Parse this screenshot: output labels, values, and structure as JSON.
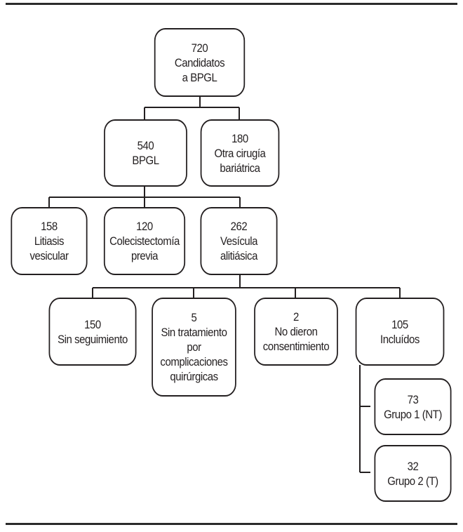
{
  "title": "Flujo de pacientes candidatos a BPGL",
  "nodes": {
    "root": {
      "count": "720",
      "label1": "Candidatos",
      "label2": "a BPGL"
    },
    "bpgl": {
      "count": "540",
      "label1": "BPGL"
    },
    "otra": {
      "count": "180",
      "label1": "Otra cirugía",
      "label2": "bariátrica"
    },
    "litiasis": {
      "count": "158",
      "label1": "Litiasis",
      "label2": "vesicular"
    },
    "colecis": {
      "count": "120",
      "label1": "Colecistectomía",
      "label2": "previa"
    },
    "alitiasica": {
      "count": "262",
      "label1": "Vesícula",
      "label2": "alitiásica"
    },
    "sinseg": {
      "count": "150",
      "label1": "Sin seguimiento"
    },
    "sintrat": {
      "count": "5",
      "label1": "Sin tratamiento",
      "label2": "por",
      "label3": "complicaciones",
      "label4": "quirúrgicas"
    },
    "noconsent": {
      "count": "2",
      "label1": "No dieron",
      "label2": "consentimiento"
    },
    "incluidos": {
      "count": "105",
      "label1": "Incluídos"
    },
    "grupo1": {
      "count": "73",
      "label1": "Grupo 1 (NT)"
    },
    "grupo2": {
      "count": "32",
      "label1": "Grupo 2 (T)"
    }
  }
}
